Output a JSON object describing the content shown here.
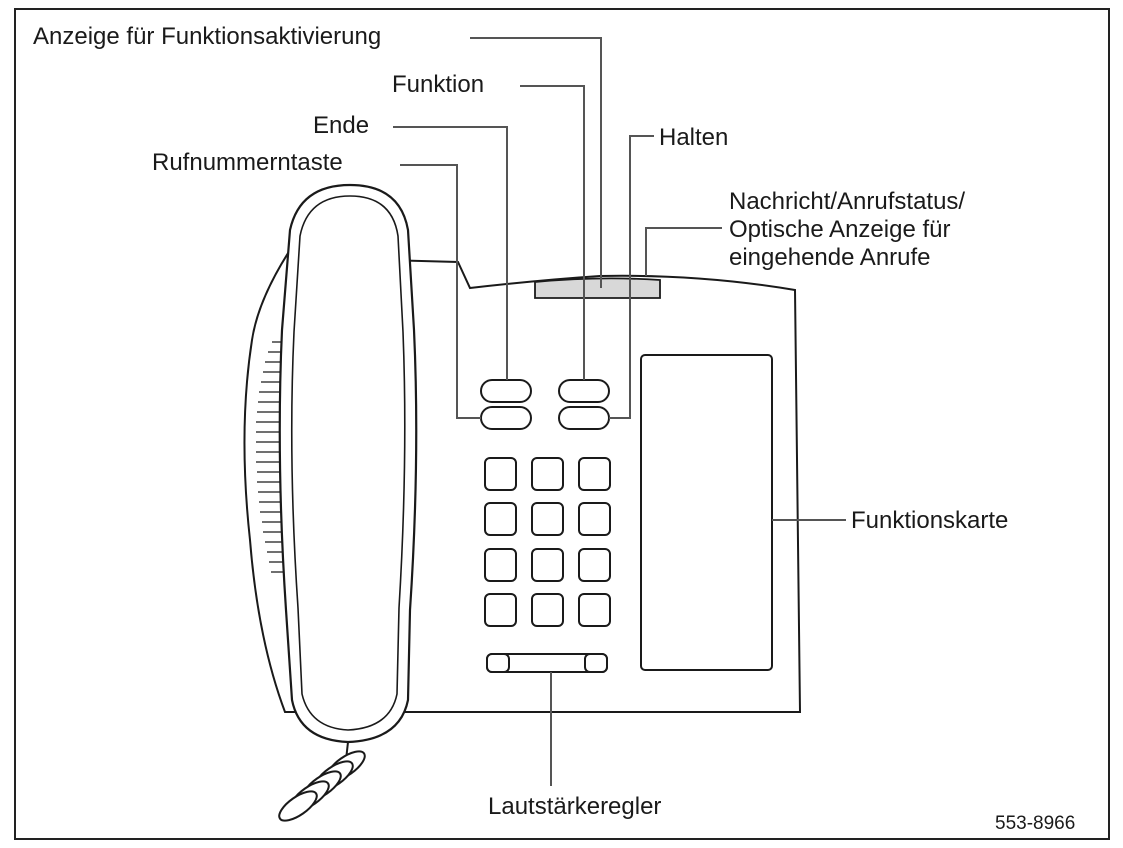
{
  "labels": {
    "feature_activation_indicator": "Anzeige für Funktionsaktivierung",
    "feature": "Funktion",
    "release": "Ende",
    "hold": "Halten",
    "redial": "Rufnummerntaste",
    "message_line1": "Nachricht/Anrufstatus/",
    "message_line2": "Optische Anzeige für",
    "message_line3": "eingehende Anrufe",
    "feature_card": "Funktionskarte",
    "volume": "Lautstärkeregler"
  },
  "figure_id": "553-8966",
  "colors": {
    "outline": "#1a1a1a",
    "leader_line": "#555555",
    "indicator_lamp": "#d8d8d8"
  }
}
